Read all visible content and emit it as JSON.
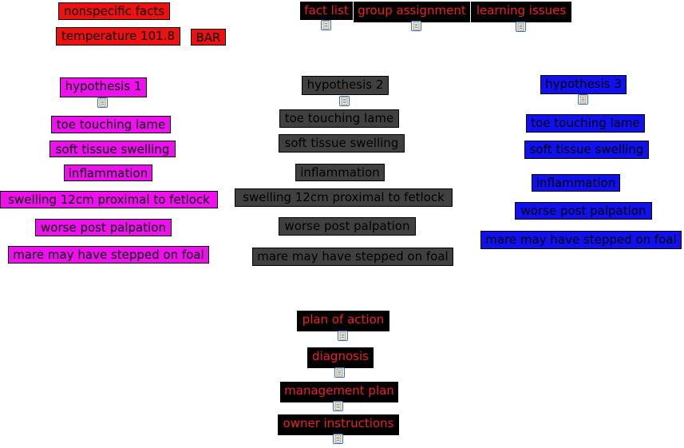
{
  "colors": {
    "red": "#ee1111",
    "magenta": "#ee11ee",
    "dark_gray": "#404040",
    "blue": "#1111ee",
    "black": "#000000",
    "red_text": "#ee2222"
  },
  "top": {
    "nonspecific_facts": "nonspecific facts",
    "temperature": "temperature 101.8",
    "bar": "BAR",
    "fact_list": "fact list",
    "group_assignment": "group assignment",
    "learning_issues": "learning issues"
  },
  "hypotheses": [
    {
      "title": "hypothesis 1",
      "items": [
        "toe touching lame",
        "soft tissue swelling",
        "inflammation",
        "swelling 12cm proximal to fetlock",
        "worse post palpation",
        "mare may have stepped on foal"
      ]
    },
    {
      "title": "hypothesis 2",
      "items": [
        "toe touching lame",
        "soft tissue swelling",
        "inflammation",
        "swelling 12cm proximal to fetlock",
        "worse post palpation",
        "mare may have stepped on foal"
      ]
    },
    {
      "title": "hypothesis 3",
      "items": [
        "toe touching lame",
        "soft tissue swelling",
        "inflammation",
        "worse post palpation",
        "mare may have stepped on foal"
      ]
    }
  ],
  "plan": {
    "plan_of_action": "plan of action",
    "diagnosis": "diagnosis",
    "management_plan": "management plan",
    "owner_instructions": "owner instructions"
  },
  "icons": {
    "note": "note-icon"
  }
}
